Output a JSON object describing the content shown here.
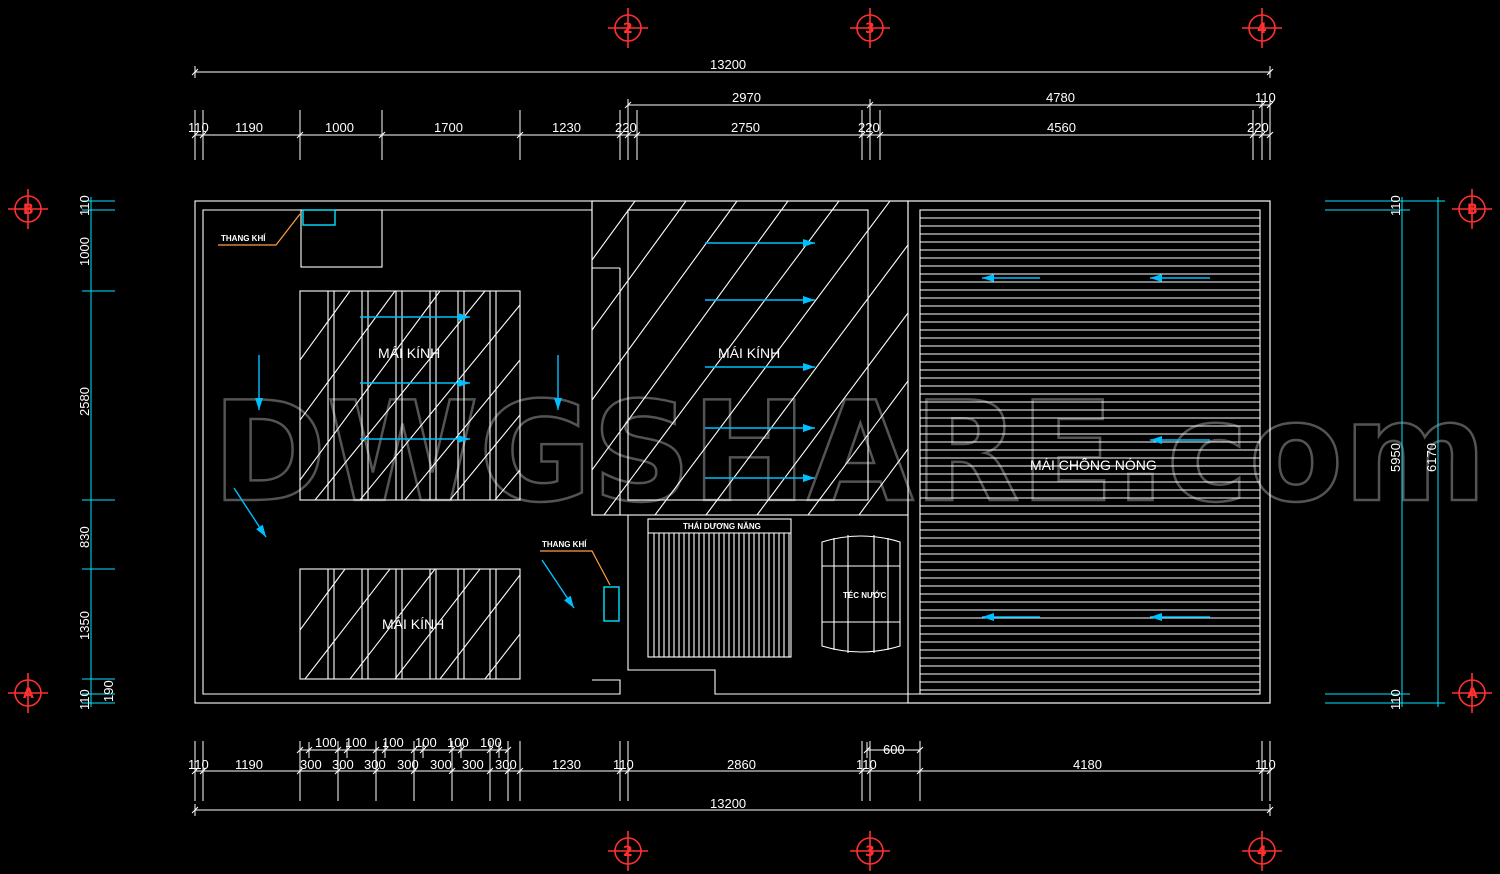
{
  "drawing": {
    "axis_markers": {
      "top": [
        "2",
        "3",
        "4"
      ],
      "bottom": [
        "2",
        "3",
        "4"
      ],
      "left": [
        "B",
        "A"
      ],
      "right": [
        "B",
        "A"
      ]
    },
    "top_dimensions": {
      "overall": "13200",
      "row2": [
        "2970",
        "4780",
        "110"
      ],
      "row3": [
        "110",
        "1190",
        "1000",
        "1700",
        "1230",
        "220",
        "2750",
        "220",
        "4560",
        "220"
      ]
    },
    "bottom_dimensions": {
      "row_top": [
        "100",
        "100",
        "100",
        "100",
        "100",
        "100",
        "600"
      ],
      "row_main": [
        "110",
        "1190",
        "300",
        "300",
        "300",
        "300",
        "300",
        "300",
        "300",
        "1230",
        "110",
        "2860",
        "110",
        "4180",
        "110"
      ],
      "overall": "13200"
    },
    "left_dimensions": [
      "110",
      "1000",
      "2580",
      "830",
      "1350",
      "190",
      "110"
    ],
    "right_dimensions": {
      "top": "110",
      "middle": "5950",
      "overall": "6170",
      "bottom": "110"
    },
    "labels": {
      "glass_roof_1": "MÁI KÍNH",
      "glass_roof_2": "MÁI KÍNH",
      "glass_roof_3": "MÁI KÍNH",
      "heat_roof": "MÁI CHỐNG NÓNG",
      "solar": "THÁI DƯƠNG NĂNG",
      "water_tank": "TÉC NƯỚC",
      "vent_1": "THANG KHÍ",
      "vent_2": "THANG KHÍ"
    },
    "watermark": "DWGSHARE.com"
  }
}
